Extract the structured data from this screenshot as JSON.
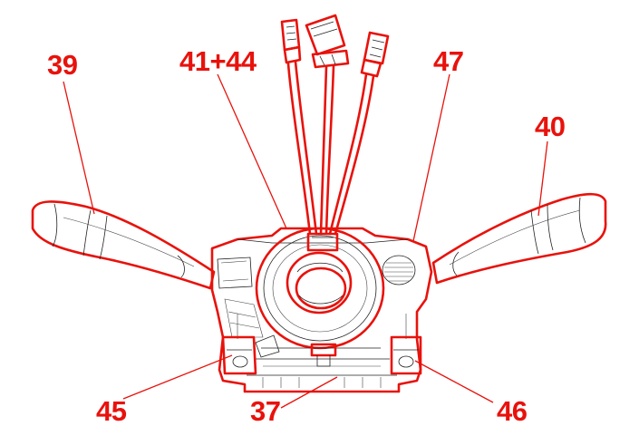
{
  "figure": {
    "accent_color": "#e8120c",
    "line_color": "#222222",
    "callouts": {
      "c39": "39",
      "c40": "40",
      "c41_44": "41+44",
      "c47": "47",
      "c45": "45",
      "c37": "37",
      "c46": "46"
    }
  }
}
